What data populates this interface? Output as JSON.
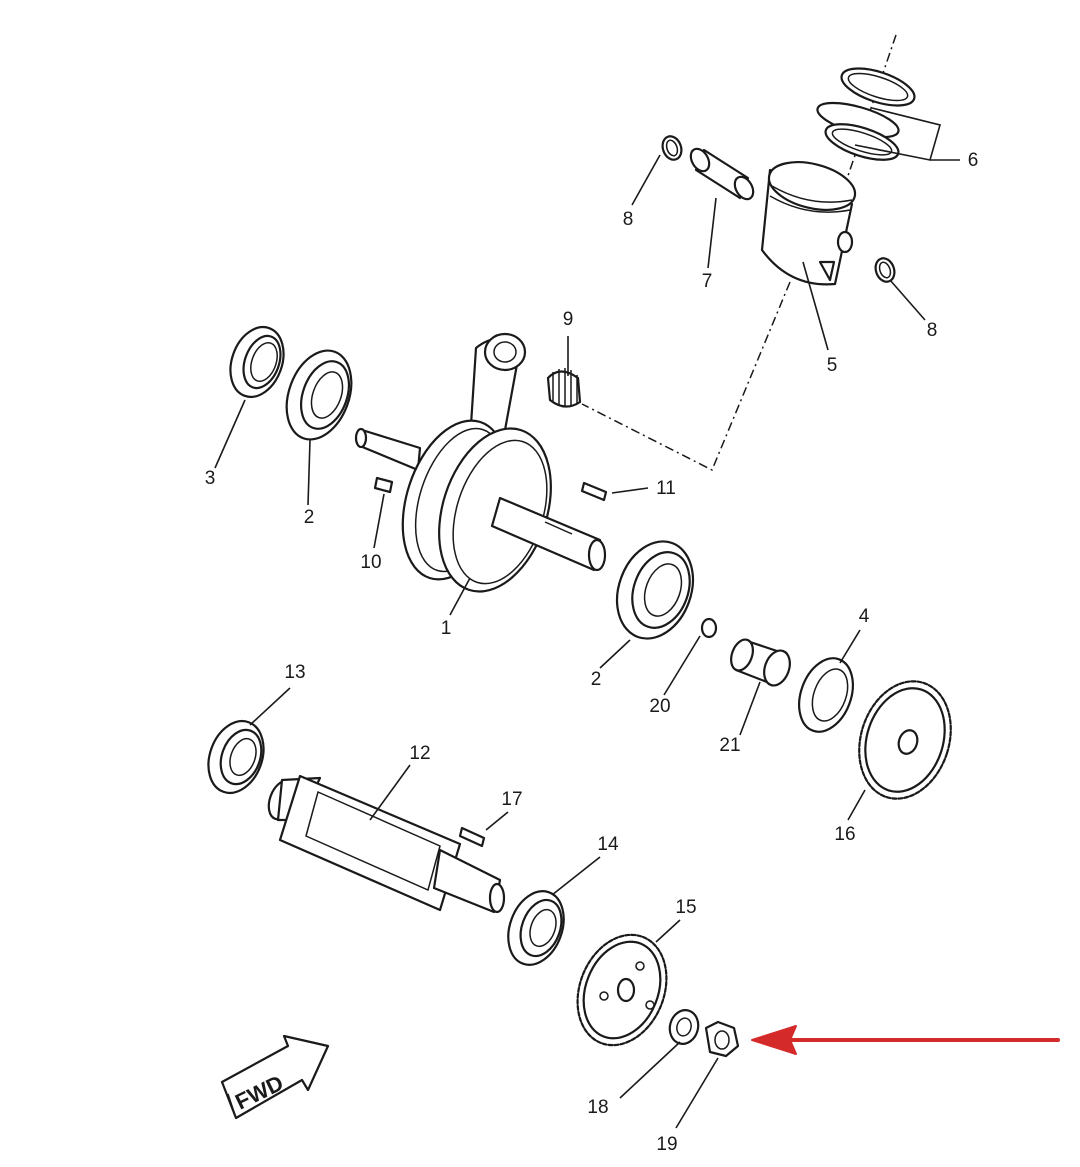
{
  "diagram": {
    "fwd_label": "FWD",
    "highlight_color": "#d42a2a",
    "callouts": {
      "c1": "1",
      "c2a": "2",
      "c2b": "2",
      "c3": "3",
      "c4": "4",
      "c5": "5",
      "c6": "6",
      "c7": "7",
      "c8a": "8",
      "c8b": "8",
      "c9": "9",
      "c10": "10",
      "c11": "11",
      "c12": "12",
      "c13": "13",
      "c14": "14",
      "c15": "15",
      "c16": "16",
      "c17": "17",
      "c18": "18",
      "c19": "19",
      "c20": "20",
      "c21": "21"
    }
  }
}
